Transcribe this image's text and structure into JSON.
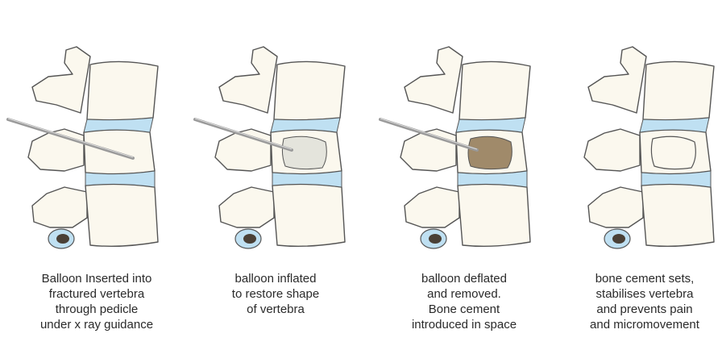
{
  "colors": {
    "bone": "#fbf8ee",
    "outline": "#555555",
    "disc": "#bfe0f2",
    "balloon": "#e4e4dc",
    "cement": "#a08a6a",
    "needle": "#9a9a9a"
  },
  "panels": [
    {
      "step": "insert",
      "caption": [
        "Balloon Inserted into",
        "fractured vertebra",
        "through pedicle",
        "under x ray guidance"
      ]
    },
    {
      "step": "inflate",
      "caption": [
        "balloon inflated",
        "to restore shape",
        "of vertebra"
      ]
    },
    {
      "step": "cement",
      "caption": [
        "balloon deflated",
        "and removed.",
        "Bone cement",
        "introduced in space"
      ]
    },
    {
      "step": "set",
      "caption": [
        "bone cement sets,",
        "stabilises vertebra",
        "and prevents pain",
        "and micromovement"
      ]
    }
  ]
}
